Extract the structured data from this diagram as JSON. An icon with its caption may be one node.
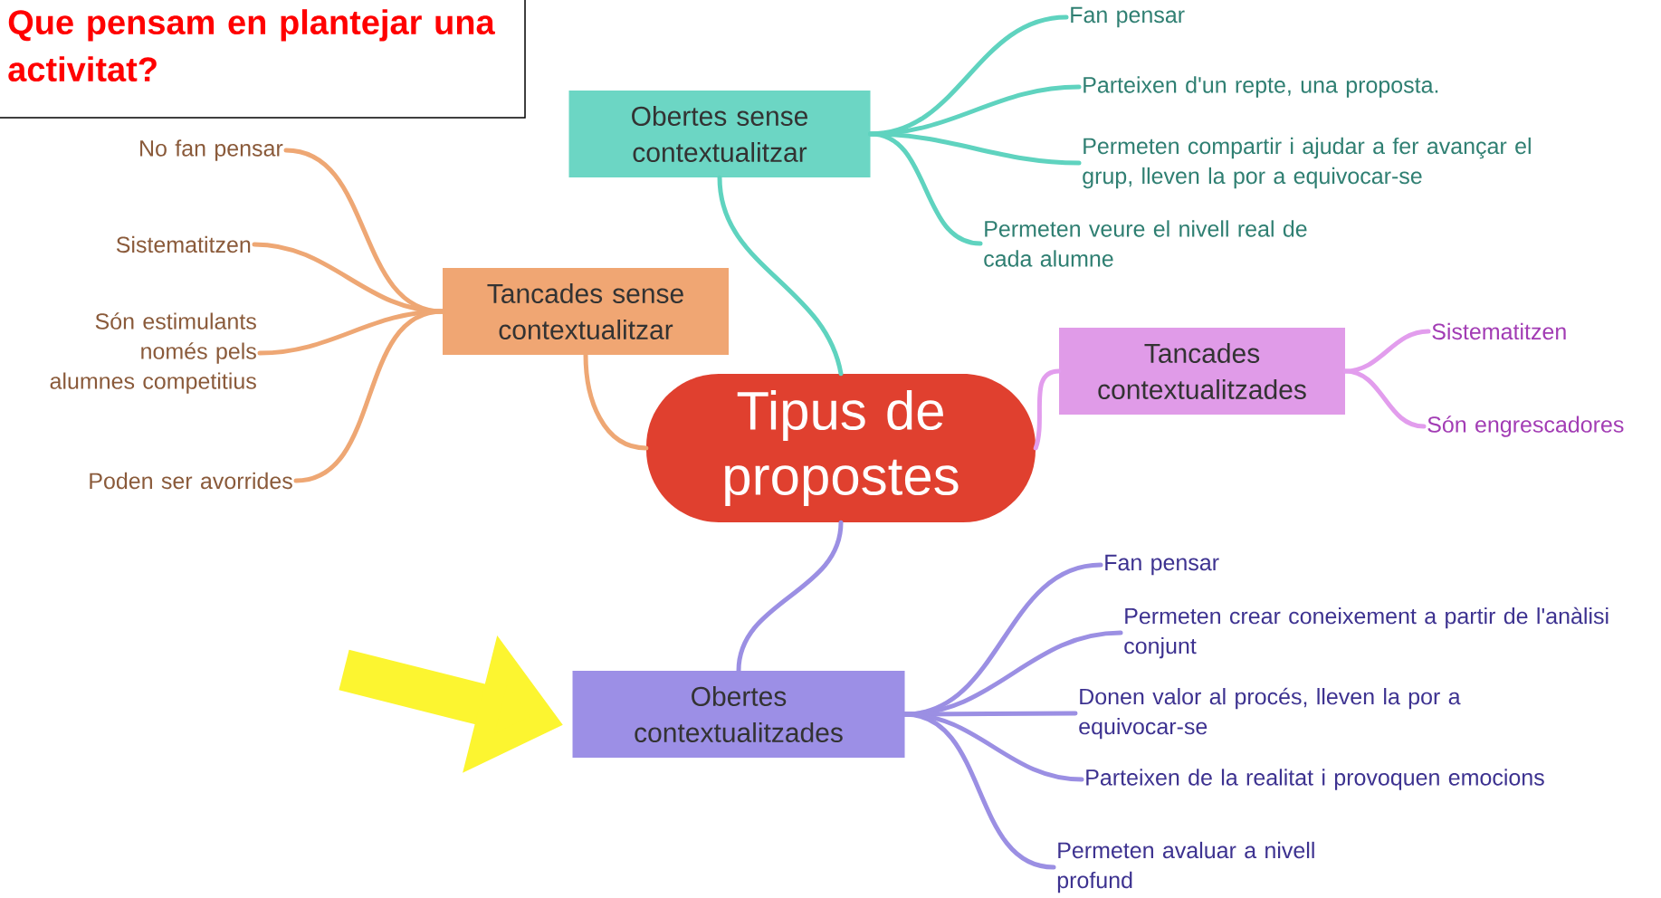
{
  "diagram": {
    "title": "Que pensam en plantejar una activitat?",
    "nodes": [
      {
        "text": [
          "Tipus de propostes"
        ]
      },
      {
        "text": [
          "Obertes sense contextualitzar"
        ]
      },
      {
        "text": [
          "Fan pensar"
        ]
      },
      {
        "text": [
          "Parteixen d'un repte, una proposta."
        ]
      },
      {
        "text": [
          "Permeten compartir i ajudar a fer avançar el grup, lleven la por a equivocar-se"
        ]
      },
      {
        "text": [
          "Permeten veure el nivell real de cada alumne"
        ]
      },
      {
        "text": [
          "Tancades sense contextualitzar"
        ]
      },
      {
        "text": [
          "No fan pensar"
        ]
      },
      {
        "text": [
          "Sistematitzen"
        ]
      },
      {
        "text": [
          "Són estimulants només pels alumnes competitius"
        ]
      },
      {
        "text": [
          "Poden ser avorrides"
        ]
      },
      {
        "text": [
          "Tancades contextualitzades"
        ]
      },
      {
        "text": [
          "Sistematitzen"
        ]
      },
      {
        "text": [
          "Són engrescadores"
        ]
      },
      {
        "text": [
          "Obertes contextualitzades"
        ]
      },
      {
        "text": [
          "Fan pensar"
        ]
      },
      {
        "text": [
          "Permeten crear coneixement a partir de l'anàlisi conjunt"
        ]
      },
      {
        "text": [
          "Donen valor al procés, lleven la por a equivocar-se"
        ]
      },
      {
        "text": [
          "Parteixen de la realitat i provoquen emocions"
        ]
      },
      {
        "text": [
          "Permeten avaluar a nivell profund"
        ]
      }
    ],
    "edges": [
      {
        "from": 0,
        "to": 1,
        "arrow": "none",
        "color": "#5fd3bf"
      },
      {
        "from": 1,
        "to": 2,
        "arrow": "none",
        "color": "#5fd3bf"
      },
      {
        "from": 1,
        "to": 3,
        "arrow": "none",
        "color": "#5fd3bf"
      },
      {
        "from": 1,
        "to": 4,
        "arrow": "none",
        "color": "#5fd3bf"
      },
      {
        "from": 1,
        "to": 5,
        "arrow": "none",
        "color": "#5fd3bf"
      },
      {
        "from": 0,
        "to": 6,
        "arrow": "none",
        "color": "#eea774"
      },
      {
        "from": 6,
        "to": 7,
        "arrow": "none",
        "color": "#eea774"
      },
      {
        "from": 6,
        "to": 8,
        "arrow": "none",
        "color": "#eea774"
      },
      {
        "from": 6,
        "to": 9,
        "arrow": "none",
        "color": "#eea774"
      },
      {
        "from": 6,
        "to": 10,
        "arrow": "none",
        "color": "#eea774"
      },
      {
        "from": 0,
        "to": 11,
        "arrow": "none",
        "color": "#e29ded"
      },
      {
        "from": 11,
        "to": 12,
        "arrow": "none",
        "color": "#e29ded"
      },
      {
        "from": 11,
        "to": 13,
        "arrow": "none",
        "color": "#e29ded"
      },
      {
        "from": 0,
        "to": 14,
        "arrow": "none",
        "color": "#9b8fe3"
      },
      {
        "from": 14,
        "to": 15,
        "arrow": "none",
        "color": "#9b8fe3"
      },
      {
        "from": 14,
        "to": 16,
        "arrow": "none",
        "color": "#9b8fe3"
      },
      {
        "from": 14,
        "to": 17,
        "arrow": "none",
        "color": "#9b8fe3"
      },
      {
        "from": 14,
        "to": 18,
        "arrow": "none",
        "color": "#9b8fe3"
      },
      {
        "from": 14,
        "to": 19,
        "arrow": "none",
        "color": "#9b8fe3"
      },
      {
        "from": null,
        "to": 14,
        "arrow": "to",
        "style": "thick",
        "color": "#fcf530"
      }
    ]
  }
}
